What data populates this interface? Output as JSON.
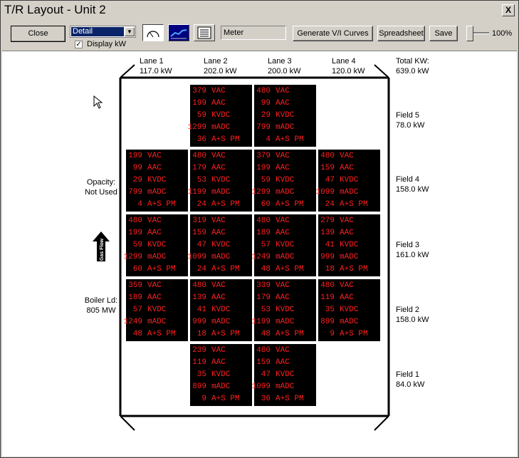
{
  "window": {
    "title": "T/R Layout - Unit 2",
    "close_glyph": "X"
  },
  "toolbar": {
    "close_label": "Close",
    "view_select": "Detail",
    "display_kw_label": "Display kW",
    "display_kw_checked": true,
    "meter_label": "Meter",
    "generate_label": "Generate V/I Curves",
    "spreadsheet_label": "Spreadsheet",
    "save_label": "Save",
    "zoom": "100%",
    "icons": [
      "gauge-icon",
      "trend-chart-icon",
      "list-view-icon"
    ]
  },
  "lanes": [
    {
      "name": "Lane 1",
      "kw": "117.0 kW"
    },
    {
      "name": "Lane 2",
      "kw": "202.0 kW"
    },
    {
      "name": "Lane 3",
      "kw": "200.0 kW"
    },
    {
      "name": "Lane 4",
      "kw": "120.0 kW"
    }
  ],
  "total": {
    "label": "Total KW:",
    "kw": "639.0 kW"
  },
  "fields": [
    {
      "name": "Field 5",
      "kw": "78.0 kW"
    },
    {
      "name": "Field 4",
      "kw": "158.0 kW"
    },
    {
      "name": "Field 3",
      "kw": "161.0 kW"
    },
    {
      "name": "Field 2",
      "kw": "158.0 kW"
    },
    {
      "name": "Field 1",
      "kw": "84.0 kW"
    }
  ],
  "left_labels": {
    "opacity_label": "Opacity:",
    "opacity_value": "Not Used",
    "gas_flow": "Gas Flow",
    "boiler_label": "Boiler Ld:",
    "boiler_value": "805 MW"
  },
  "units": [
    "VAC",
    "AAC",
    "KVDC",
    "mADC",
    "A+S PM"
  ],
  "grid": [
    [
      null,
      [
        "379",
        "199",
        "59",
        "1299",
        "36"
      ],
      [
        "480",
        "99",
        "29",
        "799",
        "4"
      ],
      null
    ],
    [
      [
        "199",
        "99",
        "29",
        "799",
        "4"
      ],
      [
        "480",
        "179",
        "53",
        "1199",
        "24"
      ],
      [
        "379",
        "199",
        "59",
        "1299",
        "60"
      ],
      [
        "480",
        "159",
        "47",
        "1099",
        "24"
      ]
    ],
    [
      [
        "480",
        "199",
        "59",
        "1299",
        "60"
      ],
      [
        "319",
        "159",
        "47",
        "1099",
        "24"
      ],
      [
        "480",
        "189",
        "57",
        "1249",
        "48"
      ],
      [
        "279",
        "139",
        "41",
        "999",
        "18"
      ]
    ],
    [
      [
        "359",
        "189",
        "57",
        "1249",
        "48"
      ],
      [
        "480",
        "139",
        "41",
        "999",
        "18"
      ],
      [
        "339",
        "179",
        "53",
        "1199",
        "48"
      ],
      [
        "480",
        "119",
        "35",
        "899",
        "9"
      ]
    ],
    [
      null,
      [
        "239",
        "119",
        "35",
        "899",
        "9"
      ],
      [
        "480",
        "159",
        "47",
        "1099",
        "36"
      ],
      null
    ]
  ]
}
